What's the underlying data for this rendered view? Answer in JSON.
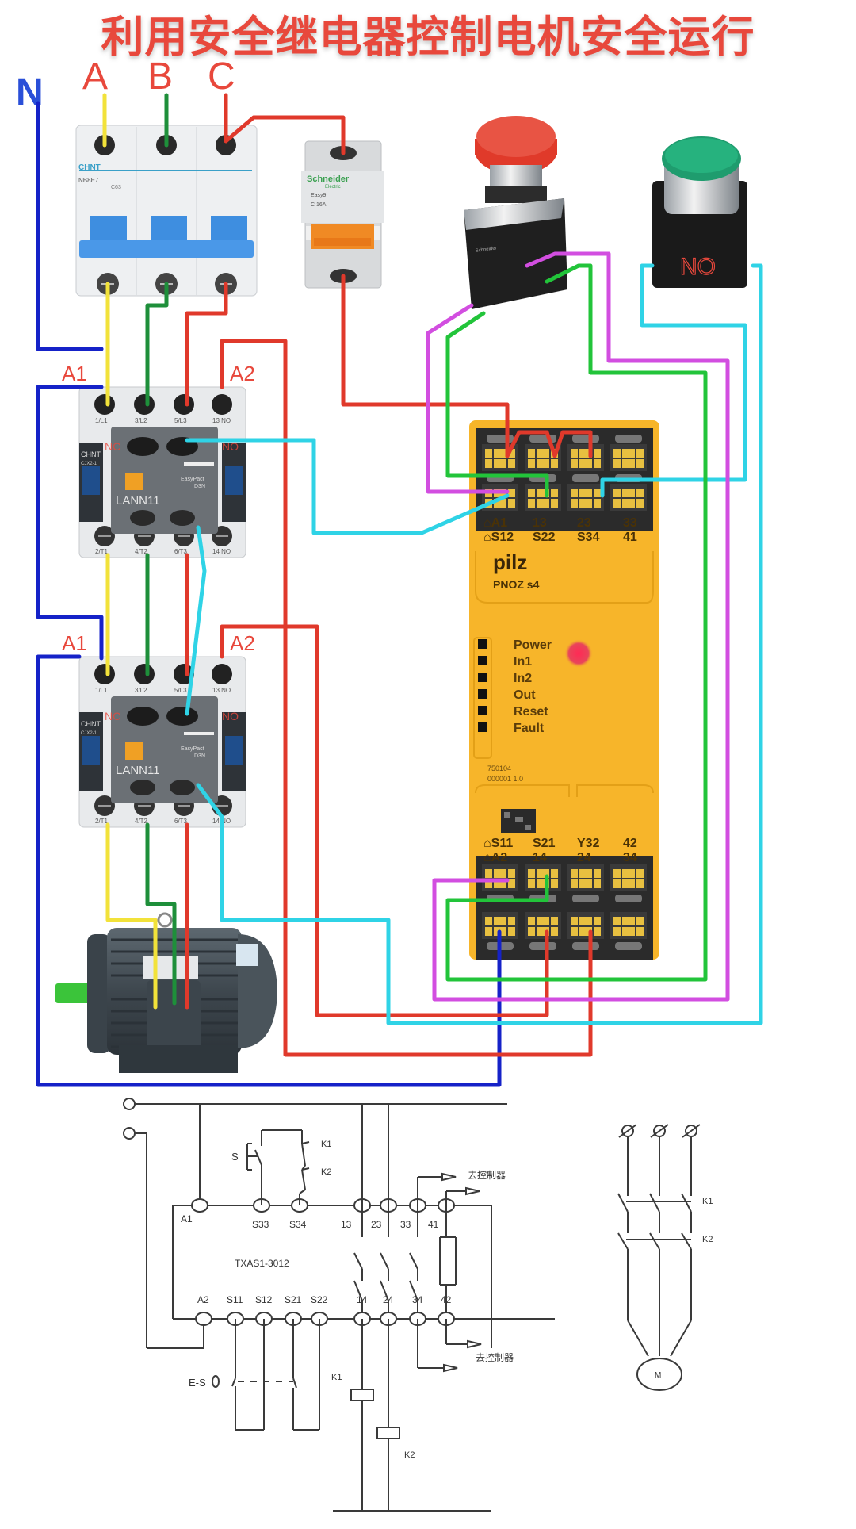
{
  "title": "利用安全继电器控制电机安全运行",
  "colors": {
    "title": "#e8483c",
    "wire_neutral": "#1522c8",
    "wire_a": "#f2e23a",
    "wire_b": "#1e8f3a",
    "wire_c": "#e0392b",
    "wire_cyan": "#2fd3e6",
    "wire_magenta": "#d24ee0",
    "wire_green": "#22c43a",
    "relay_body": "#f7b52a"
  },
  "phases": {
    "neutral": "N",
    "a": "A",
    "b": "B",
    "c": "C"
  },
  "breaker_3p": {
    "brand": "CHNT",
    "model": "NB8E7",
    "curve": "C63"
  },
  "breaker_1p": {
    "brand": "Schneider",
    "brand_sub": "Electric",
    "series": "Easy9",
    "rating": "C 16A"
  },
  "estop_button": {
    "label": "emergency-stop"
  },
  "start_button": {
    "contact_label": "NO"
  },
  "contactors": [
    {
      "id": "K1",
      "coil_left": "A1",
      "coil_right": "A2",
      "brand": "CHNT",
      "model": "CJX2-1",
      "aux_block": "LANN11",
      "aux_brand": "EasyPact",
      "aux_sub": "D3N",
      "top_terminals": [
        "1/L1",
        "3/L2",
        "5/L3",
        "13 NO"
      ],
      "bottom_terminals": [
        "2/T1",
        "4/T2",
        "6/T3",
        "14 NO"
      ],
      "aux_labels": [
        "NC",
        "NO"
      ]
    },
    {
      "id": "K2",
      "coil_left": "A1",
      "coil_right": "A2",
      "brand": "CHNT",
      "model": "CJX2-1",
      "aux_block": "LANN11",
      "aux_brand": "EasyPact",
      "aux_sub": "D3N",
      "top_terminals": [
        "1/L1",
        "3/L2",
        "5/L3",
        "13 NO"
      ],
      "bottom_terminals": [
        "2/T1",
        "4/T2",
        "6/T3",
        "14 NO"
      ],
      "aux_labels": [
        "NC",
        "NO"
      ]
    }
  ],
  "safety_relay": {
    "brand": "pilz",
    "model": "PNOZ s4",
    "top_row1": [
      "A1",
      "13",
      "23",
      "33"
    ],
    "top_row2": [
      "S12",
      "S22",
      "S34",
      "41"
    ],
    "bottom_row1": [
      "S11",
      "S21",
      "Y32",
      "42"
    ],
    "bottom_row2": [
      "A2",
      "14",
      "24",
      "34"
    ],
    "leds": [
      "Power",
      "In1",
      "In2",
      "Out",
      "Reset",
      "Fault"
    ],
    "order_no": "750104",
    "serial": "000001 1.0"
  },
  "schematic": {
    "relay_model": "TXAS1-3012",
    "top_terminals": [
      "A1",
      "S33",
      "S34",
      "13",
      "23",
      "33",
      "41"
    ],
    "bottom_terminals": [
      "A2",
      "S11",
      "S12",
      "S21",
      "S22",
      "14",
      "24",
      "34",
      "42"
    ],
    "reset_switch": "S",
    "feedback_contacts": [
      "K1",
      "K2"
    ],
    "estop": "E-S",
    "coils": [
      "K1",
      "K2"
    ],
    "to_controller": "去控制器",
    "main_circuit": {
      "contacts": [
        "K1",
        "K2"
      ],
      "motor": "M"
    }
  }
}
